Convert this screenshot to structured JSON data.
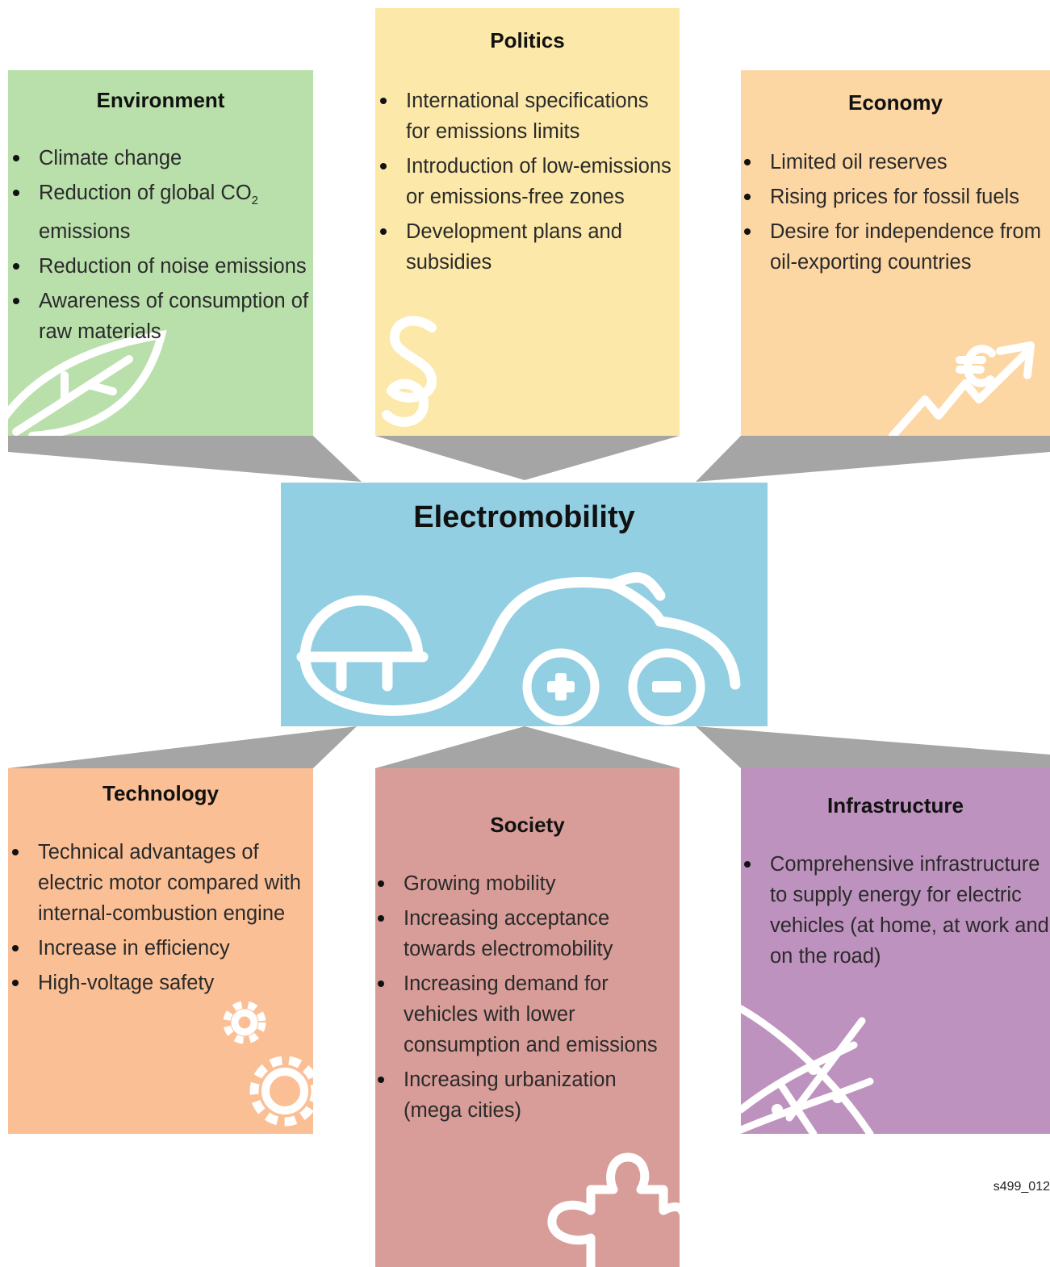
{
  "center": {
    "title": "Electromobility"
  },
  "boxes": {
    "environment": {
      "title": "Environment",
      "color": "#b9dfab",
      "items": [
        "Climate change",
        "Reduction of global CO",
        "emissions",
        "Reduction of noise emissions",
        "Awareness of consumption of raw materials"
      ],
      "co2_subscript": "2"
    },
    "politics": {
      "title": "Politics",
      "color": "#fce8a8",
      "items": [
        "International specifications for emissions limits",
        "Introduction of low-emissions or emissions-free zones",
        "Development plans and subsidies"
      ]
    },
    "economy": {
      "title": "Economy",
      "color": "#fcd6a3",
      "items": [
        "Limited oil reserves",
        "Rising prices for fossil fuels",
        "Desire for independence from oil-exporting countries"
      ]
    },
    "technology": {
      "title": "Technology",
      "color": "#fbbf95",
      "items": [
        "Technical advantages of electric motor compared with internal-combustion engine",
        "Increase in efficiency",
        "High-voltage safety"
      ]
    },
    "society": {
      "title": "Society",
      "color": "#d89d98",
      "items": [
        "Growing mobility",
        "Increasing acceptance towards electromobility",
        "Increasing demand for vehicles with lower consumption and emissions",
        "Increasing urbanization (mega cities)"
      ]
    },
    "infrastructure": {
      "title": "Infrastructure",
      "color": "#be92be",
      "items": [
        "Comprehensive infrastructure to supply energy for electric vehicles (at home, at work and on the road)"
      ]
    }
  },
  "center_color": "#92cfe2",
  "connector_color": "#a5a5a5",
  "icons": [
    "leaf-icon",
    "paragraph-icon",
    "euro-trend-icon",
    "plug-icon",
    "electric-car-icon",
    "gears-icon",
    "puzzle-icon",
    "network-icon"
  ],
  "figure_id": "s499_012"
}
